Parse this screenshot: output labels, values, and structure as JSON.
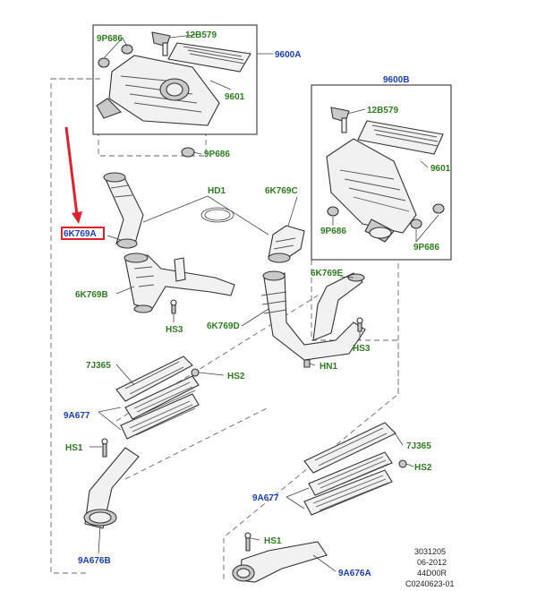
{
  "callouts": {
    "p9P686_a": "9P686",
    "p12B579_a": "12B579",
    "p9600A": "9600A",
    "p9601_a": "9601",
    "p9P686_b": "9P686",
    "p9600B": "9600B",
    "p12B579_b": "12B579",
    "p9601_b": "9601",
    "p9P686_c": "9P686",
    "p9P686_d": "9P686",
    "pHD1": "HD1",
    "p6K769C": "6K769C",
    "p6K769A": "6K769A",
    "p6K769E": "6K769E",
    "p6K769B": "6K769B",
    "pHS3_a": "HS3",
    "p6K769D": "6K769D",
    "pHS3_b": "HS3",
    "pHN1": "HN1",
    "p7J365_a": "7J365",
    "pHS2_a": "HS2",
    "p9A677_a": "9A677",
    "pHS1_a": "HS1",
    "p7J365_b": "7J365",
    "pHS2_b": "HS2",
    "p9A677_b": "9A677",
    "p9A676B": "9A676B",
    "pHS1_b": "HS1",
    "p9A676A": "9A676A"
  },
  "catalog": {
    "line1": "3031205",
    "line2": "06-2012",
    "line3": "44D00R",
    "line4": "C0240623-01"
  },
  "colors": {
    "green_label": "#2e7d1f",
    "blue_label": "#1a3fb0",
    "highlight": "#e0202a",
    "arrow": "#e0202a"
  }
}
